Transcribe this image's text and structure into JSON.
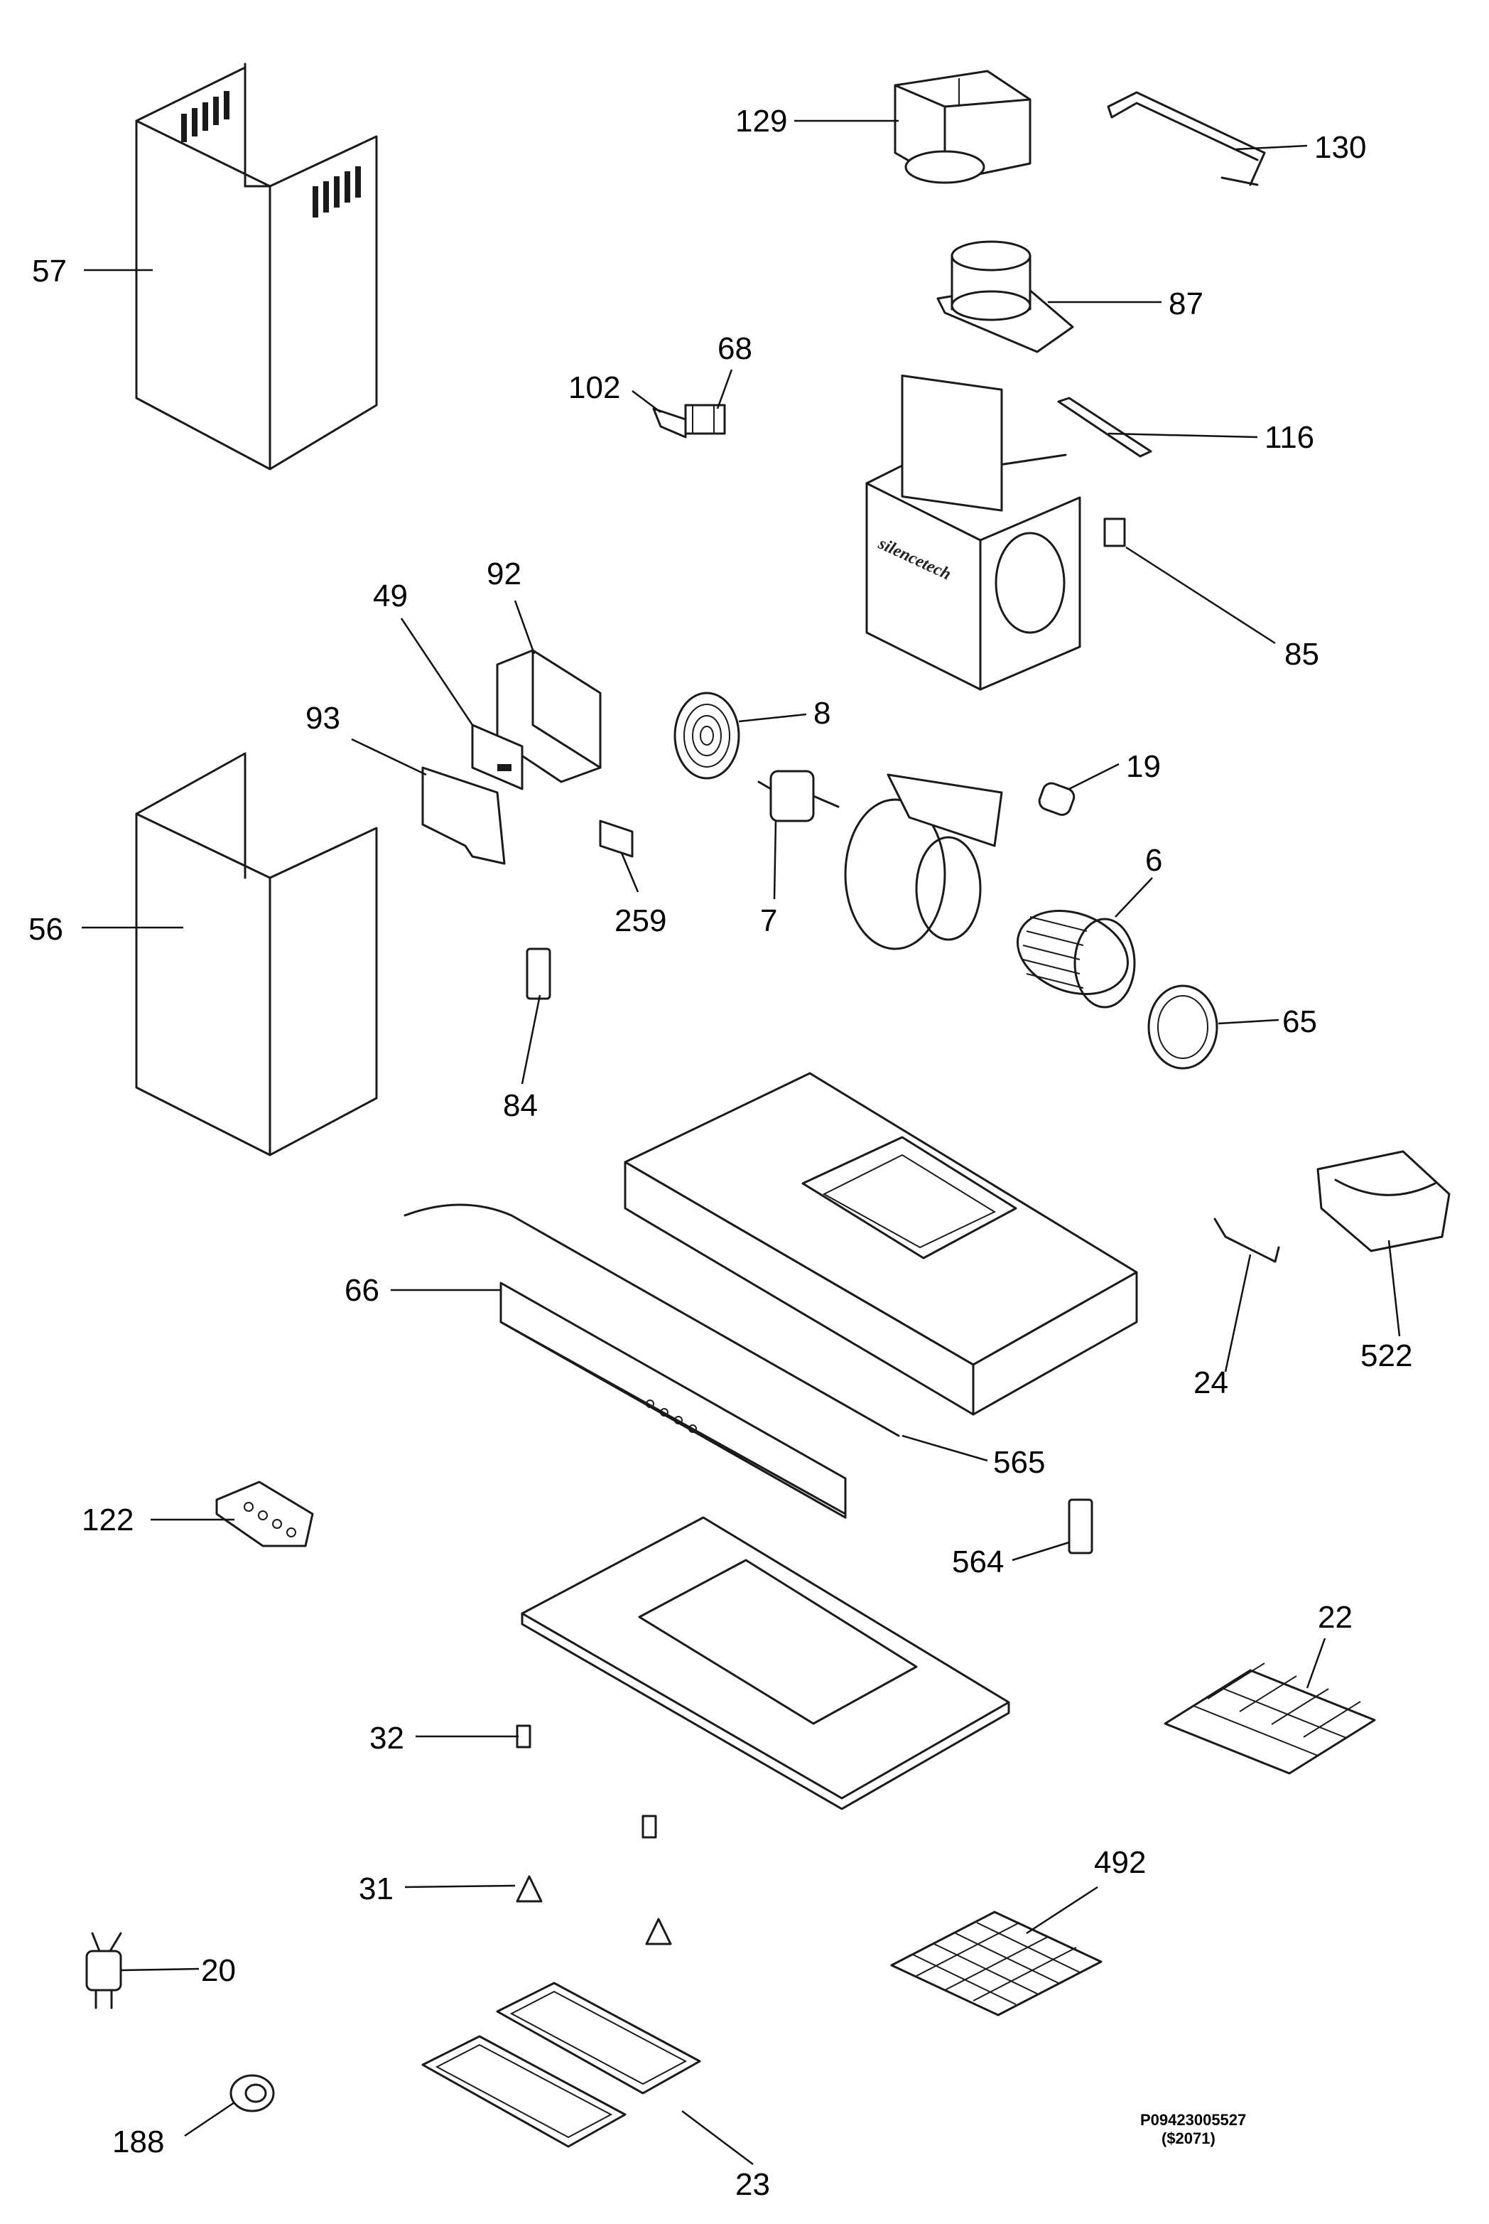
{
  "brand_text": "silencetech",
  "reference": {
    "code": "P09423005527",
    "price": "($2071)"
  },
  "callouts": [
    {
      "id": "57",
      "label": "57"
    },
    {
      "id": "129",
      "label": "129"
    },
    {
      "id": "130",
      "label": "130"
    },
    {
      "id": "87",
      "label": "87"
    },
    {
      "id": "68",
      "label": "68"
    },
    {
      "id": "102",
      "label": "102"
    },
    {
      "id": "116",
      "label": "116"
    },
    {
      "id": "85",
      "label": "85"
    },
    {
      "id": "92",
      "label": "92"
    },
    {
      "id": "49",
      "label": "49"
    },
    {
      "id": "93",
      "label": "93"
    },
    {
      "id": "8",
      "label": "8"
    },
    {
      "id": "19",
      "label": "19"
    },
    {
      "id": "7",
      "label": "7"
    },
    {
      "id": "259",
      "label": "259"
    },
    {
      "id": "6",
      "label": "6"
    },
    {
      "id": "56",
      "label": "56"
    },
    {
      "id": "65",
      "label": "65"
    },
    {
      "id": "84",
      "label": "84"
    },
    {
      "id": "66",
      "label": "66"
    },
    {
      "id": "24",
      "label": "24"
    },
    {
      "id": "522",
      "label": "522"
    },
    {
      "id": "565",
      "label": "565"
    },
    {
      "id": "122",
      "label": "122"
    },
    {
      "id": "564",
      "label": "564"
    },
    {
      "id": "22",
      "label": "22"
    },
    {
      "id": "32",
      "label": "32"
    },
    {
      "id": "492",
      "label": "492"
    },
    {
      "id": "31",
      "label": "31"
    },
    {
      "id": "20",
      "label": "20"
    },
    {
      "id": "188",
      "label": "188"
    },
    {
      "id": "23",
      "label": "23"
    }
  ]
}
